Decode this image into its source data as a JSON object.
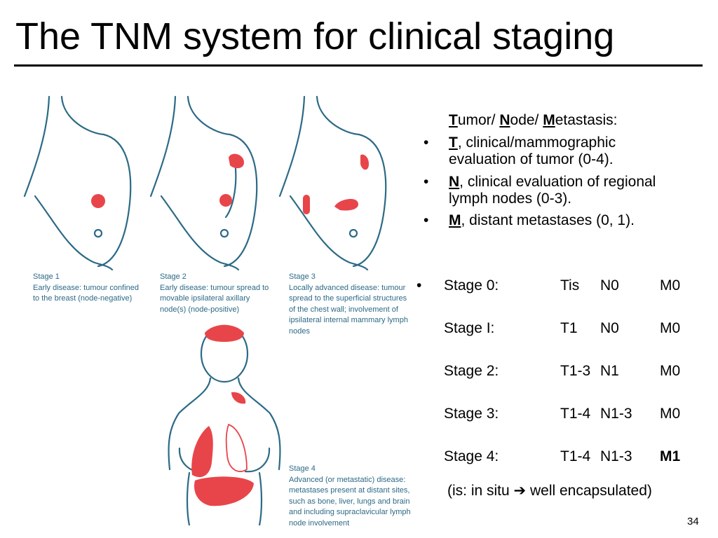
{
  "slide": {
    "title": "The TNM system for clinical staging",
    "page_number": "34"
  },
  "tnm": {
    "intro": {
      "t": "T",
      "t_rest": "umor/ ",
      "n": "N",
      "n_rest": "ode/ ",
      "m": "M",
      "m_rest": "etastasis:"
    },
    "bullets": [
      {
        "letter": "T",
        "line1": ", clinical/mammographic",
        "line2": "evaluation of tumor (0-4)."
      },
      {
        "letter": "N",
        "line1": ", clinical evaluation of regional",
        "line2": "lymph nodes (0-3)."
      },
      {
        "letter": "M",
        "line1": ", distant metastases (0, 1).",
        "line2": ""
      }
    ],
    "bullet_char": "•"
  },
  "stages": [
    {
      "stage": "Stage 0:",
      "t": "Tis",
      "n": "N0",
      "m": "M0"
    },
    {
      "stage": "Stage I:",
      "t": "T1",
      "n": "N0",
      "m": "M0"
    },
    {
      "stage": "Stage 2:",
      "t": "T1-3",
      "n": "N1",
      "m": "M0"
    },
    {
      "stage": "Stage 3:",
      "t": "T1-4",
      "n": "N1-3",
      "m": "M0"
    },
    {
      "stage": "Stage 4:",
      "t": "T1-4",
      "n": "N1-3",
      "m": "M1"
    }
  ],
  "note": {
    "before": "(is: in situ ",
    "arrow": "➔",
    "after": " well encapsulated)"
  },
  "figure_captions": {
    "stage1": [
      "Stage 1",
      "Early disease: tumour confined",
      "to the breast (node-negative)"
    ],
    "stage2": [
      "Stage 2",
      "Early disease: tumour spread to",
      "movable ipsilateral axillary",
      "node(s) (node-positive)"
    ],
    "stage3": [
      "Stage 3",
      "Locally advanced disease: tumour",
      "spread to the superficial structures",
      "of the chest wall; involvement of",
      "ipsilateral internal mammary lymph",
      "nodes"
    ],
    "stage4": [
      "Stage 4",
      "Advanced (or metastatic) disease:",
      "metastases present at distant sites,",
      "such as bone, liver, lungs and brain",
      "and including supraclavicular lymph",
      "node involvement"
    ]
  },
  "colors": {
    "outline": "#2c6a86",
    "tumour": "#e8454a",
    "caption": "#2c6a86"
  }
}
